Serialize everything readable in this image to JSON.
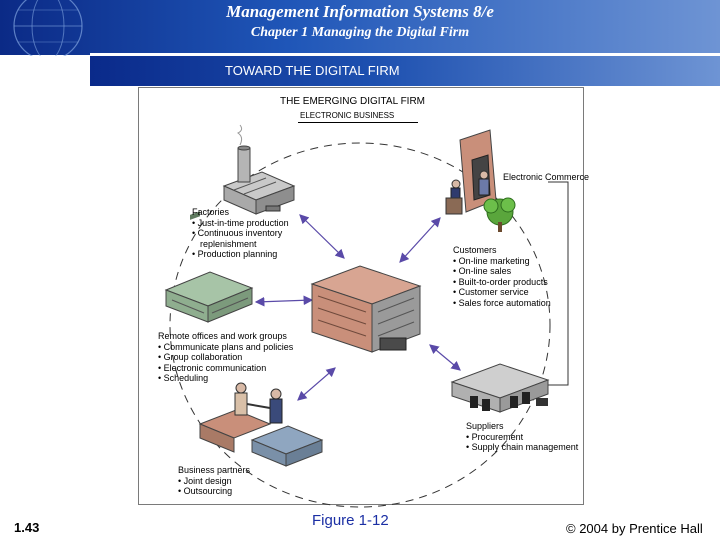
{
  "header": {
    "title": "Management Information Systems 8/e",
    "subtitle": "Chapter 1 Managing the Digital Firm"
  },
  "section_band": {
    "text": "TOWARD THE DIGITAL FIRM"
  },
  "diagram": {
    "title": "THE EMERGING DIGITAL FIRM",
    "subtitle": "ELECTRONIC BUSINESS",
    "ecommerce_label": "Electronic Commerce",
    "factories": {
      "heading": "Factories",
      "items": [
        "• Just-in-time production",
        "• Continuous inventory",
        "replenishment",
        "• Production planning"
      ]
    },
    "customers": {
      "heading": "Customers",
      "items": [
        "• On-line marketing",
        "• On-line sales",
        "• Built-to-order products",
        "• Customer service",
        "• Sales force automation"
      ]
    },
    "remote_offices": {
      "heading": "Remote offices and work groups",
      "items": [
        "• Communicate plans and policies",
        "• Group collaboration",
        "• Electronic communication",
        "• Scheduling"
      ]
    },
    "suppliers": {
      "heading": "Suppliers",
      "items": [
        "• Procurement",
        "• Supply chain management"
      ]
    },
    "partners": {
      "heading": "Business partners",
      "items": [
        "• Joint design",
        "• Outsourcing"
      ]
    }
  },
  "footer": {
    "slide_number": "1.43",
    "figure": "Figure 1-12",
    "copyright": "© 2004 by Prentice Hall"
  },
  "colors": {
    "header_dark": "#0b2a86",
    "header_light": "#6e94d4",
    "figure_blue": "#1b2fa4",
    "building_brown": "#c98f7a",
    "building_gray": "#9a9a9a",
    "link_purple": "#5a4aa8"
  }
}
